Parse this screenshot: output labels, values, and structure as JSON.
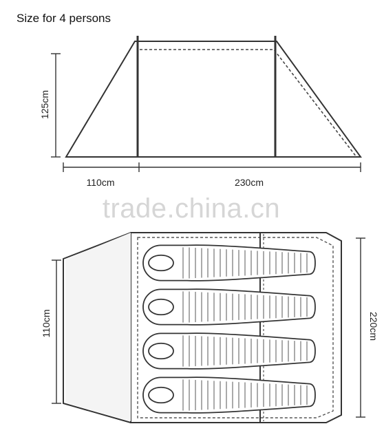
{
  "title": "Size for 4 persons",
  "side_view": {
    "height_label": "125cm",
    "vestibule_label": "110cm",
    "inner_label": "230cm"
  },
  "top_view": {
    "vestibule_label": "110cm",
    "length_label": "220cm",
    "sleeping_bag_count": 4
  },
  "watermark": "trade.china.cn"
}
